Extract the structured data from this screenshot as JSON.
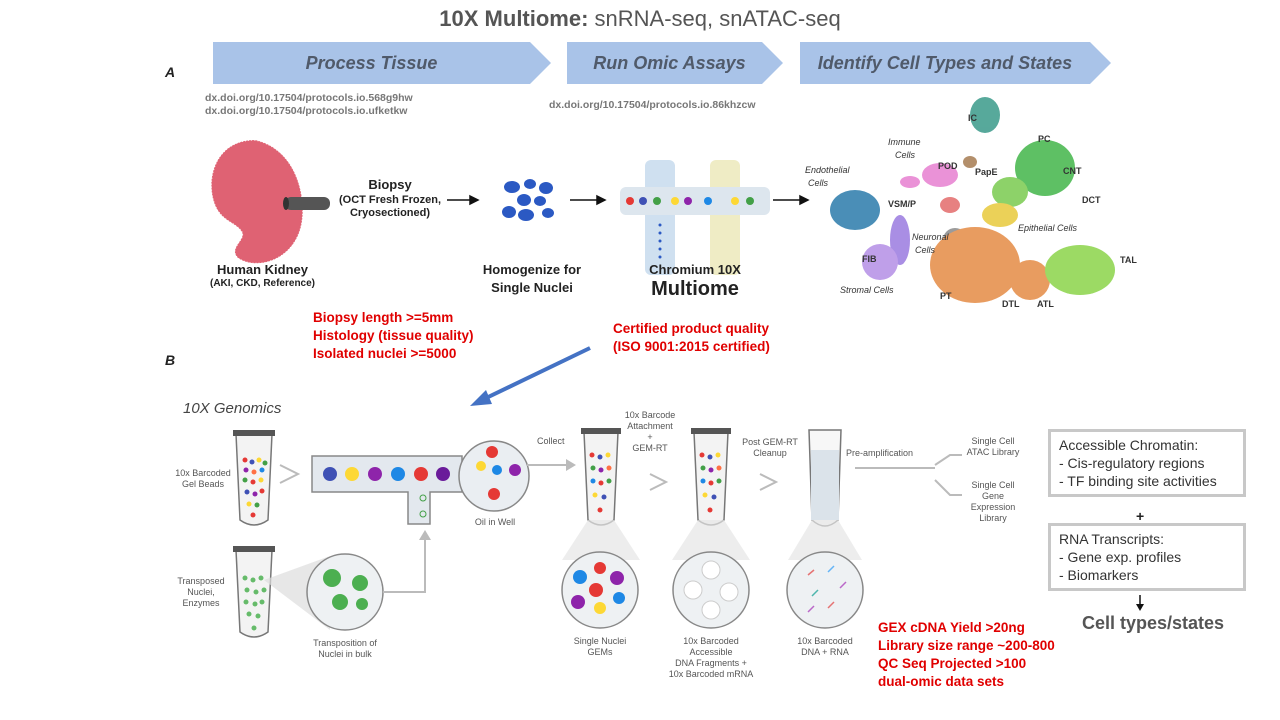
{
  "title": {
    "bold": "10X Multiome:",
    "rest": " snRNA-seq, snATAC-seq"
  },
  "panels": {
    "a": "A",
    "b": "B"
  },
  "banners": [
    "Process Tissue",
    "Run Omic Assays",
    "Identify Cell Types and States"
  ],
  "dois": {
    "process": [
      "dx.doi.org/10.17504/protocols.io.568g9hw",
      "dx.doi.org/10.17504/protocols.io.ufketkw"
    ],
    "assay": "dx.doi.org/10.17504/protocols.io.86khzcw"
  },
  "kidney": {
    "name": "Human Kidney",
    "sub": "(AKI, CKD, Reference)"
  },
  "biopsy": {
    "name": "Biopsy",
    "sub1": "(OCT Fresh Frozen,",
    "sub2": "Cryosectioned)"
  },
  "homogenize": {
    "line1": "Homogenize for",
    "line2": "Single Nuclei"
  },
  "chromium": {
    "line1": "Chromium 10X",
    "line2": "Multiome"
  },
  "umap_labels": {
    "ic": "IC",
    "immune1": "Immune",
    "immune2": "Cells",
    "pc": "PC",
    "cnt": "CNT",
    "pape": "PapE",
    "pod": "POD",
    "dct": "DCT",
    "endo1": "Endothelial",
    "endo2": "Cells",
    "vsmp": "VSM/P",
    "neuro1": "Neuronal",
    "neuro2": "Cells",
    "epi": "Epithelial Cells",
    "fib": "FIB",
    "tal": "TAL",
    "stromal": "Stromal Cells",
    "pt": "PT",
    "dtl": "DTL",
    "atl": "ATL"
  },
  "qc_left": [
    "Biopsy length >=5mm",
    "Histology (tissue quality)",
    "Isolated nuclei >=5000"
  ],
  "qc_mid": [
    "Certified product quality",
    "(ISO 9001:2015 certified)"
  ],
  "genomics_label": "10X Genomics",
  "workflow": {
    "gel_beads": [
      "10x Barcoded",
      "Gel Beads"
    ],
    "transposed": [
      "Transposed",
      "Nuclei,",
      "Enzymes"
    ],
    "transposition": [
      "Transposition of",
      "Nuclei in bulk"
    ],
    "oil": "Oil in Well",
    "collect": "Collect",
    "barcode_attach": [
      "10x Barcode",
      "Attachment",
      "+",
      "GEM-RT"
    ],
    "post_gem": [
      "Post GEM-RT",
      "Cleanup"
    ],
    "preamp": "Pre-amplification",
    "single_nuclei": [
      "Single Nuclei",
      "GEMs"
    ],
    "barcoded_frag": [
      "10x Barcoded",
      "Accessible",
      "DNA Fragments +",
      "10x Barcoded mRNA"
    ],
    "barcoded_dna": [
      "10x Barcoded",
      "DNA + RNA"
    ],
    "atac_lib": [
      "Single Cell",
      "ATAC Library"
    ],
    "gex_lib": [
      "Single Cell",
      "Gene Expression",
      "Library"
    ]
  },
  "chromatin_box": {
    "title": "Accessible Chromatin:",
    "items": [
      "- Cis-regulatory regions",
      "- TF binding site activities"
    ]
  },
  "plus": "+",
  "rna_box": {
    "title": "RNA Transcripts:",
    "items": [
      "- Gene exp. profiles",
      "- Biomarkers"
    ]
  },
  "outcome": "Cell types/states",
  "qc_bottom": [
    "GEX cDNA Yield >20ng",
    "Library size range ~200-800",
    "QC Seq Projected >100",
    "dual-omic data sets"
  ],
  "colors": {
    "banner": "#a9c3e8",
    "arrow_blue": "#4472c4",
    "red": "#e00000"
  }
}
